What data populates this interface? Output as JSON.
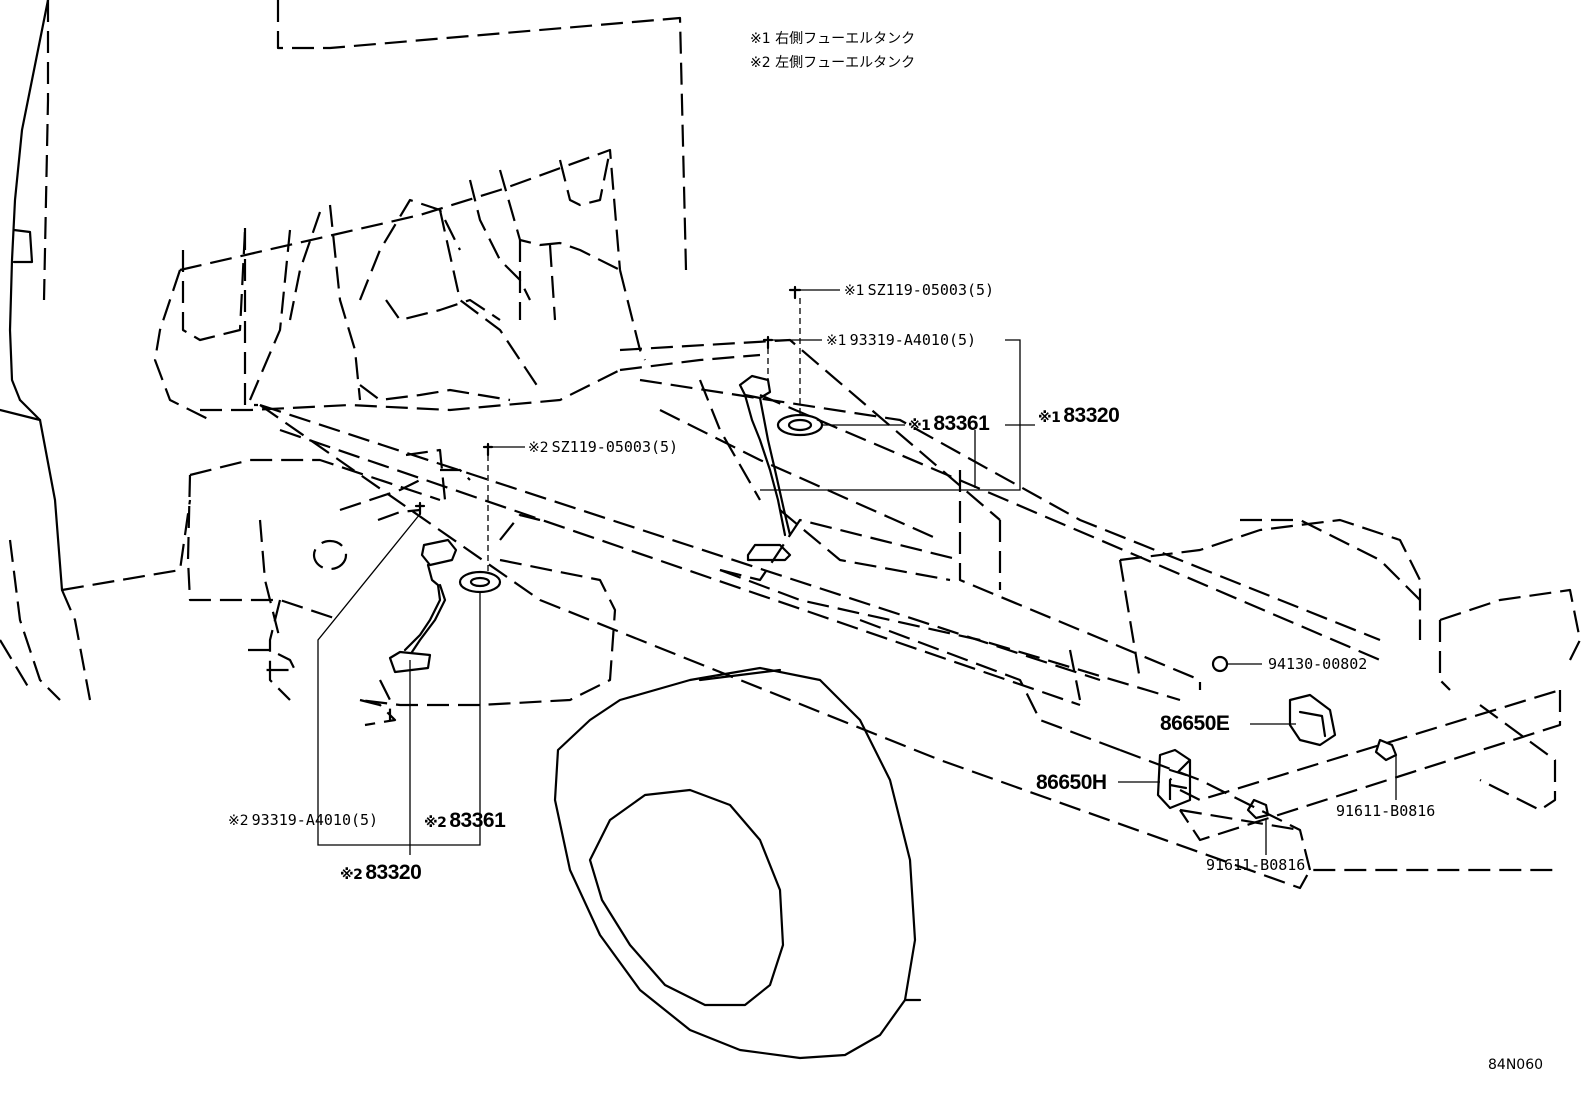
{
  "notes": [
    {
      "mark": "※1",
      "text": "右側フューエルタンク"
    },
    {
      "mark": "※2",
      "text": "左側フューエルタンク"
    }
  ],
  "callouts": {
    "c1_screw": {
      "mark": "※1",
      "part": "SZ119-05003(5)"
    },
    "c1_bolt": {
      "mark": "※1",
      "part": "93319-A4010(5)"
    },
    "c1_gasket": {
      "mark": "※1",
      "part": "83361"
    },
    "c1_gauge": {
      "mark": "※1",
      "part": "83320"
    },
    "c2_screw": {
      "mark": "※2",
      "part": "SZ119-05003(5)"
    },
    "c2_bolt": {
      "mark": "※2",
      "part": "93319-A4010(5)"
    },
    "c2_gasket": {
      "mark": "※2",
      "part": "83361"
    },
    "c2_gauge": {
      "mark": "※2",
      "part": "83320"
    },
    "nut": {
      "part": "94130-00802"
    },
    "sensor_e": {
      "part": "86650E"
    },
    "sensor_h": {
      "part": "86650H"
    },
    "bolt_right": {
      "part": "91611-B0816"
    },
    "bolt_lower": {
      "part": "91611-B0816"
    }
  },
  "figure_code": "84N060"
}
